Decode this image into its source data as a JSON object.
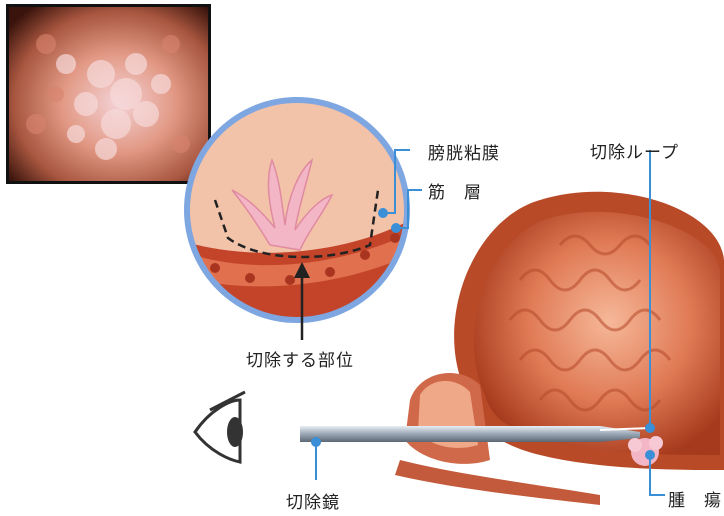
{
  "labels": {
    "bladder_mucosa": "膀胱粘膜",
    "muscle_layer": "筋　層",
    "resection_loop": "切除ループ",
    "resection_site": "切除する部位",
    "resectoscope": "切除鏡",
    "tumor": "腫　瘍"
  },
  "colors": {
    "leader_line": "#3a8fd6",
    "magnifier_ring": "#7ea6e0",
    "tissue_dark": "#b23a1e",
    "tissue_light": "#f0a47a",
    "tumor_pink": "#f2b6c6"
  }
}
